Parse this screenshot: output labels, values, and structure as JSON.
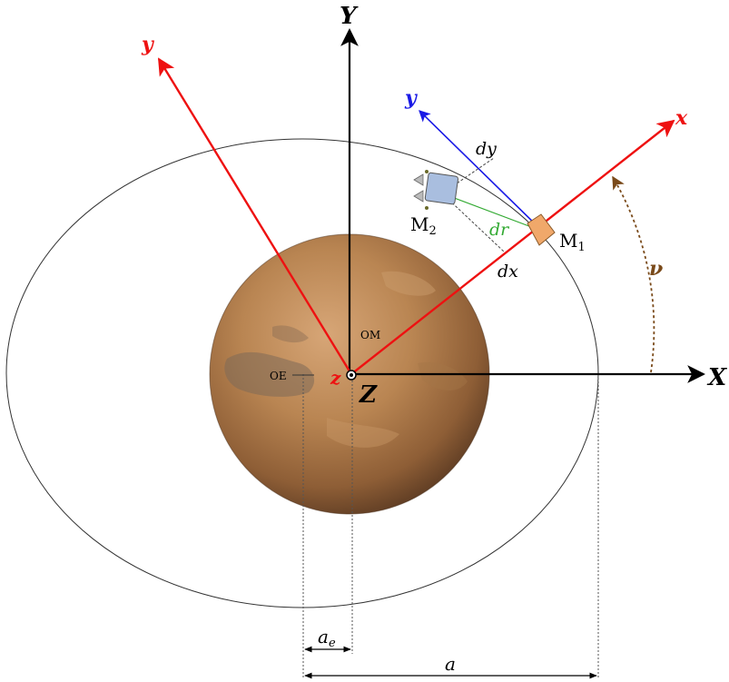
{
  "labels": {
    "Y": "Y",
    "X": "X",
    "Z": "Z",
    "z": "z",
    "y_red": "y",
    "x_red": "x",
    "y_blue": "y",
    "dy": "dy",
    "dx": "dx",
    "dr": "dr",
    "M2": "M",
    "M2_sub": "2",
    "M1": "M",
    "M1_sub": "1",
    "nu": "ν",
    "OM": "OM",
    "OE": "OE",
    "ae": "a",
    "ae_sub": "e",
    "a": "a"
  },
  "colors": {
    "inertial_axes": "#000000",
    "orbital_frame": "#ee1111",
    "local_frame": "#1a1ae6",
    "relative_vector": "#33aa33",
    "true_anomaly": "#7a4a1a",
    "chaser_body": "#a9bedf",
    "target_body": "#f0a86a",
    "planet_base": "#b07a48"
  },
  "icons": {
    "planet": "mars-globe-icon",
    "chaser": "spacecraft-m2-icon",
    "target": "spacecraft-m1-icon"
  }
}
